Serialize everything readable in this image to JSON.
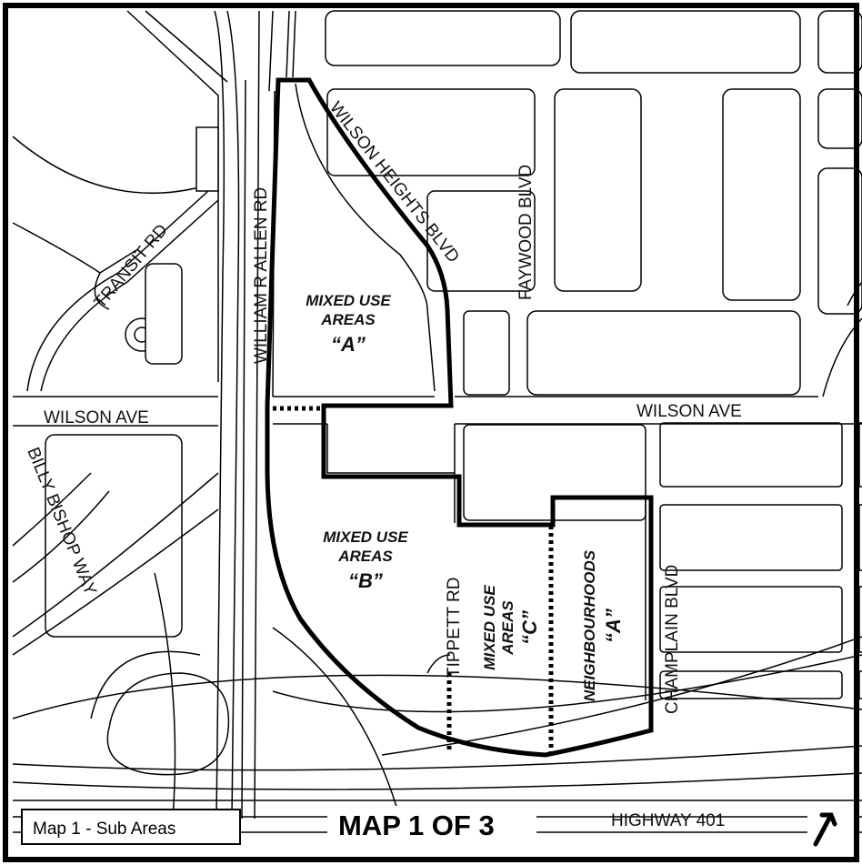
{
  "map": {
    "title": "MAP 1 OF 3",
    "legend_label": "Map 1 - Sub Areas",
    "north_icon": "north-arrow-icon",
    "streets": {
      "wilson_ave_west": "WILSON AVE",
      "wilson_ave_east": "WILSON AVE",
      "william_r_allen_rd": "WILLIAM R ALLEN RD",
      "transit_rd": "TRANSIT RD",
      "billy_bishop_way": "BILLY BISHOP WAY",
      "wilson_heights_blvd": "WILSON HEIGHTS BLVD",
      "faywood_blvd": "FAYWOOD BLVD",
      "tippett_rd": "TIPPETT RD",
      "champlain_blvd": "CHAMPLAIN BLVD",
      "highway_401": "HIGHWAY 401"
    },
    "areas": {
      "a": {
        "line1": "MIXED USE",
        "line2": "AREAS",
        "letter": "“A”"
      },
      "b": {
        "line1": "MIXED USE",
        "line2": "AREAS",
        "letter": "“B”"
      },
      "c": {
        "line1": "MIXED USE",
        "line2": "AREAS",
        "letter": "“C”"
      },
      "neighbourhoods": {
        "line1": "NEIGHBOURHOODS",
        "letter": "“A”"
      }
    }
  }
}
